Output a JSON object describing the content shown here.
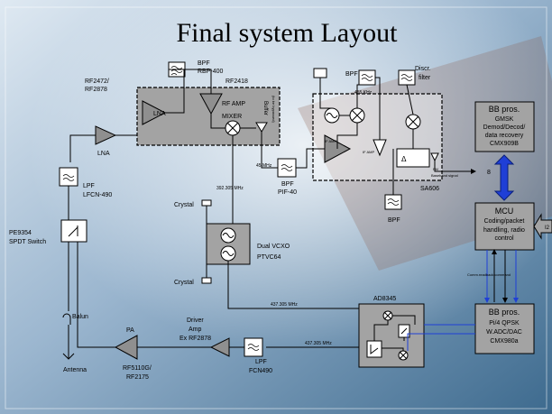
{
  "title": "Final system Layout",
  "colors": {
    "block_fill": "#a3a3a3",
    "arrow_blue": "#1f3fd6",
    "wire": "#000000"
  },
  "labels": {
    "bpf_top": "BPF",
    "rbp400": "RBP-400",
    "rf2418": "RF2418",
    "lna_inner": "LNA",
    "rf_amp": "RF AMP",
    "mixer": "MIXER",
    "buffer": "Buffer",
    "buffer_sub": "(to be bypassed)",
    "rf2472": "RF2472/",
    "rf2878": "RF2878",
    "lna_outer": "LNA",
    "lpf": "LPF",
    "lfcn490": "LFCN-490",
    "pe9354": "PE9354",
    "spdt": "SPDT Switch",
    "balun": "Balun",
    "antenna": "Antenna",
    "bpf_455": "BPF",
    "khz455": "455 KHz",
    "discr": "Discr.",
    "filter": "filter",
    "if_amp1": "IF AMP",
    "if_amp2": "IF AMP",
    "mhz45": "45 MHz",
    "bpf_pif": "BPF",
    "pif40": "PIF-40",
    "baseband": "Baseband signal",
    "sa606": "SA606",
    "bpf_low": "BPF",
    "bb1_line1": "BB pros.",
    "bb1_line2": "GMSK",
    "bb1_line3": "Demod/Decod/",
    "bb1_line4": "data recovery",
    "bb1_line5": "CMX909B",
    "bus8": "8",
    "mcu_line1": "MCU",
    "mcu_line2": "Coding/packet",
    "mcu_line3": "handling, radio",
    "mcu_line4": "control",
    "i2": "I2",
    "comm": "Comm.readback,command",
    "bb2_line1": "BB pros.",
    "bb2_line2": "Pi/4 QPSK",
    "bb2_line3": "W.ADC/DAC",
    "bb2_line4": "CMX980a",
    "ad8345": "AD8345",
    "crystal_top": "Crystal",
    "crystal_bot": "Crystal",
    "dual_vcxo": "Dual VCXO",
    "ptvc64": "PTVC64",
    "mhz392": "392.305 MHz",
    "mhz437_a": "437.305 MHz",
    "mhz437_b": "437.305 MHz",
    "driver": "Driver",
    "amp": "Amp",
    "ex_rf2878": "Ex RF2878",
    "pa": "PA",
    "rf5110g": "RF5110G/",
    "rf2175": "RF2175",
    "lpf_low": "LPF",
    "fcn490": "FCN490"
  }
}
